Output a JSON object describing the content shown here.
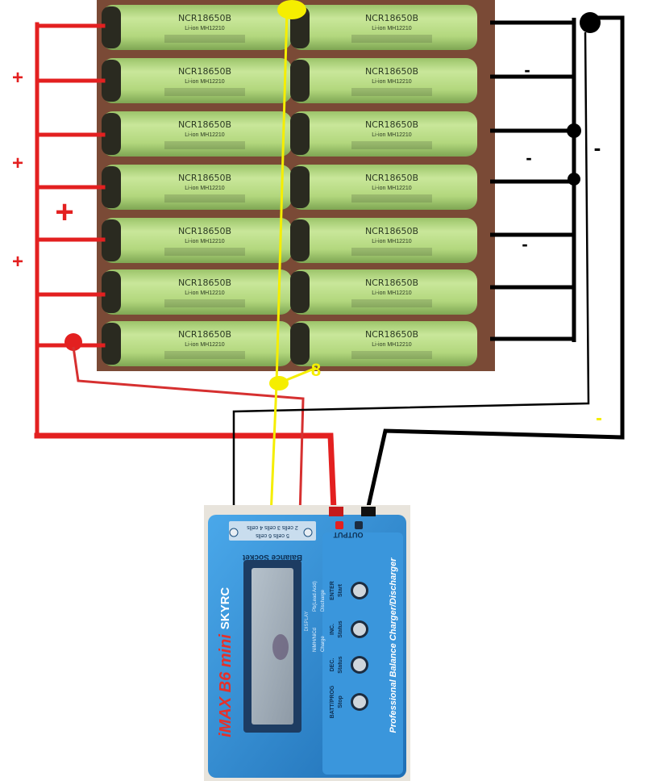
{
  "battery": {
    "cell_model": "NCR18650B",
    "cell_chem": "Li-ion",
    "cell_code": "MH12210",
    "rows": 7,
    "columns": 2
  },
  "annotations": {
    "plus_signs": [
      "+",
      "+",
      "+",
      "+"
    ],
    "minus_signs": [
      "-",
      "-",
      "-",
      "-"
    ],
    "balance_number": "8"
  },
  "charger": {
    "brand": "SKYRC",
    "model": "iMAX B6 mini",
    "balance_title": "Balance Socket",
    "balance_cells": [
      "2 cells",
      "3 cells",
      "4 cells",
      "5 cells",
      "6 cells"
    ],
    "output_label": "OUTPUT",
    "side_text": "Professional Balance Charger/Discharger",
    "buttons": [
      {
        "top": "ENTER",
        "bottom": "Start"
      },
      {
        "top": "INC.",
        "bottom": "Status"
      },
      {
        "top": "DEC.",
        "bottom": "Status"
      },
      {
        "top": "BATT/PROG",
        "bottom": "Stop"
      }
    ],
    "display_label": "DISPLAY",
    "spec_lines": [
      "NiMH/NiCd",
      "Pb(Lead Acid)",
      "Charge",
      "Discharge"
    ]
  },
  "colors": {
    "red_wire": "#e32020",
    "black_wire": "#000000",
    "yellow_wire": "#f5ee00",
    "cell_green": "#b8dc84",
    "charger_blue": "#2f8fd8",
    "background_photo": "#7a4a36"
  }
}
